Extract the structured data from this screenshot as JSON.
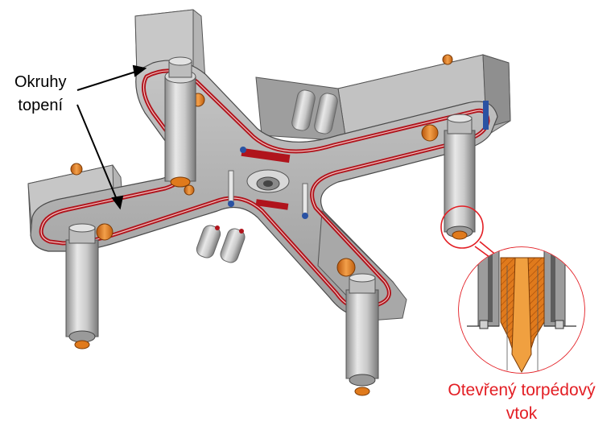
{
  "labels": {
    "heating_circuits_line1": "Okruhy",
    "heating_circuits_line2": "topení",
    "open_torpedo_gate_line1": "Otevřený torpédový",
    "open_torpedo_gate_line2": "vtok"
  },
  "colors": {
    "callout_red": "#e31e24",
    "heater_red": "#b0141c",
    "nozzle_orange": "#e07a1c",
    "steel_light": "#d2d2d2",
    "steel_mid": "#a9a9a9",
    "steel_dark": "#6a6a6a"
  }
}
